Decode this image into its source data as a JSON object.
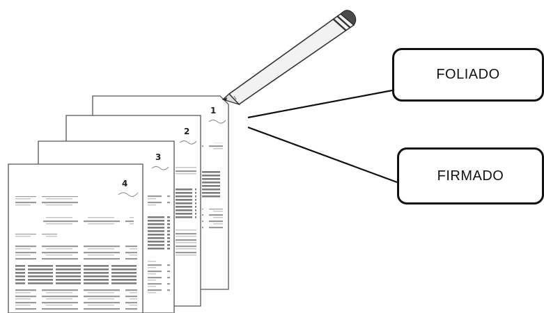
{
  "pages": [
    {
      "number": "1"
    },
    {
      "number": "2"
    },
    {
      "number": "3"
    },
    {
      "number": "4"
    }
  ],
  "callouts": {
    "foliado": "FOLIADO",
    "firmado": "FIRMADO"
  },
  "icons": {
    "pencil": "pencil-icon"
  }
}
